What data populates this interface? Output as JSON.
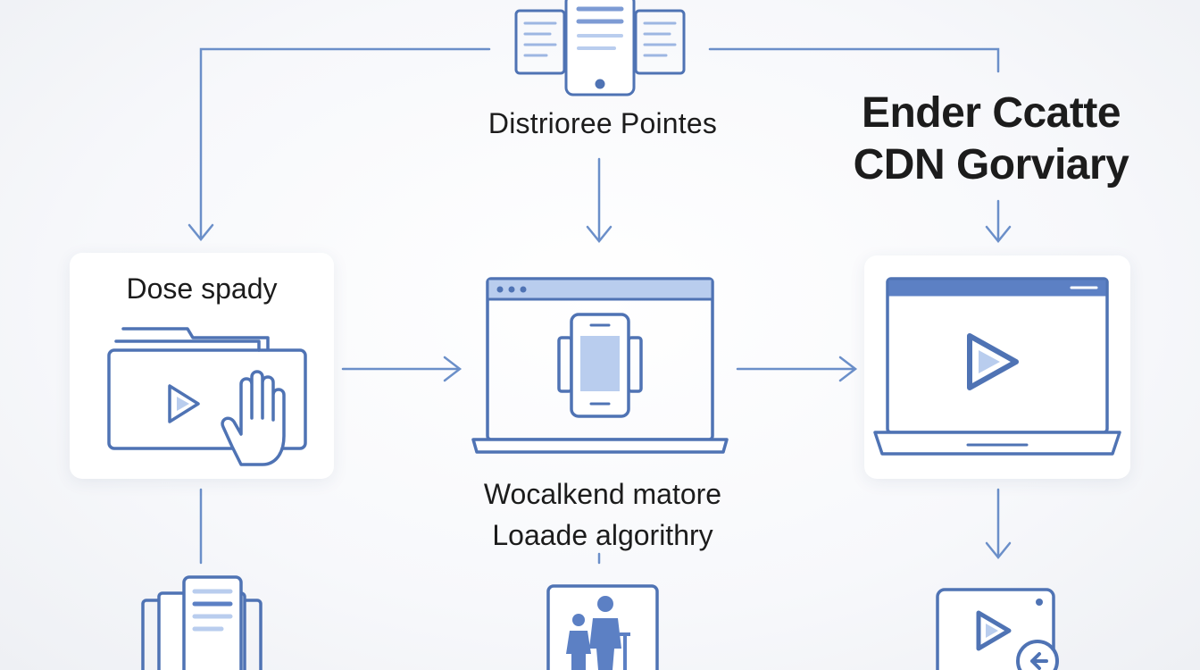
{
  "nodes": {
    "top": {
      "label": "Distrioree Pointes",
      "icon": "documents-phone-icon"
    },
    "left": {
      "label": "Dose spady",
      "icon": "video-folder-hand-icon"
    },
    "middle": {
      "label_line1": "Wocalkend matore",
      "label_line2": "Loaade algorithry",
      "icon": "laptop-phone-icon"
    },
    "right": {
      "title_line1": "Ender Ccatte",
      "title_line2": "CDN Gorviary",
      "icon": "laptop-play-icon"
    },
    "bottom_left": {
      "icon": "documents-icon"
    },
    "bottom_middle": {
      "icon": "people-icon"
    },
    "bottom_right": {
      "icon": "video-window-icon"
    }
  },
  "colors": {
    "line": "#6b8fc9",
    "icon_stroke": "#4f73b4",
    "icon_fill_light": "#b9cdee",
    "icon_fill": "#5c80c4",
    "text": "#1c1c1c"
  }
}
